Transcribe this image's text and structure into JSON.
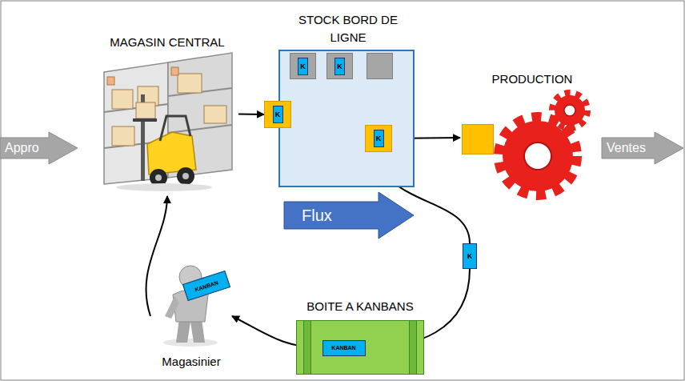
{
  "diagram": {
    "nodes": [
      {
        "text": [
          "Appro"
        ]
      },
      {
        "text": [
          "MAGASIN CENTRAL"
        ]
      },
      {
        "text": [
          "STOCK BORD DE LIGNE"
        ]
      },
      {
        "text": [
          "K"
        ],
        "in": 2
      },
      {
        "text": [
          "K"
        ],
        "in": 2
      },
      {
        "text": [
          "K"
        ],
        "in": 2
      },
      {
        "text": [
          "K"
        ],
        "in": 2
      },
      {
        "text": [
          "Flux"
        ]
      },
      {
        "text": [
          "PRODUCTION"
        ]
      },
      {
        "text": [
          "Ventes"
        ]
      },
      {
        "text": [
          "K"
        ]
      },
      {
        "text": [
          "BOITE A KANBANS"
        ]
      },
      {
        "text": [
          "KANBAN"
        ],
        "in": 11
      },
      {
        "text": [
          "Magasinier"
        ]
      },
      {
        "text": [
          "KANBAN"
        ],
        "in": 13
      }
    ],
    "edges": [
      {
        "from": 1,
        "to": 5,
        "arrow": "to"
      },
      {
        "from": 6,
        "to": 8,
        "arrow": "to"
      },
      {
        "from": 6,
        "to": 10,
        "arrow": "none"
      },
      {
        "from": 10,
        "to": 12,
        "arrow": "to"
      },
      {
        "from": 12,
        "to": 13,
        "arrow": "to"
      },
      {
        "from": 13,
        "to": 1,
        "arrow": "to"
      }
    ]
  }
}
